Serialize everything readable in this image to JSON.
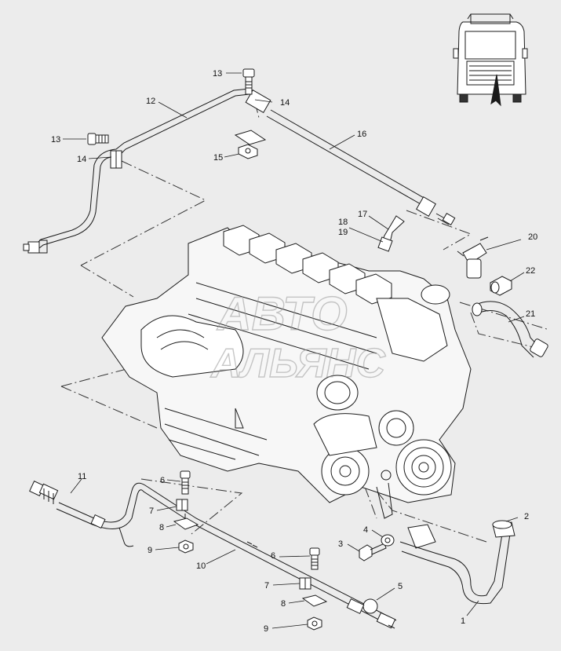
{
  "diagram": {
    "part_labels": {
      "p1": "1",
      "p2": "2",
      "p3": "3",
      "p4": "4",
      "p5": "5",
      "p6a": "6",
      "p6b": "6",
      "p7a": "7",
      "p7b": "7",
      "p8a": "8",
      "p8b": "8",
      "p9a": "9",
      "p9b": "9",
      "p10": "10",
      "p11": "11",
      "p12": "12",
      "p13a": "13",
      "p13b": "13",
      "p14a": "14",
      "p14b": "14",
      "p15": "15",
      "p16": "16",
      "p17": "17",
      "p18": "18",
      "p19": "19",
      "p20": "20",
      "p21": "21",
      "p22": "22"
    },
    "watermark": {
      "line1": "AВТО",
      "line2": "АЛЬЯНС"
    },
    "colors": {
      "line": "#1a1a1a",
      "background": "#ececec",
      "watermark": "#b8b8b8"
    }
  }
}
